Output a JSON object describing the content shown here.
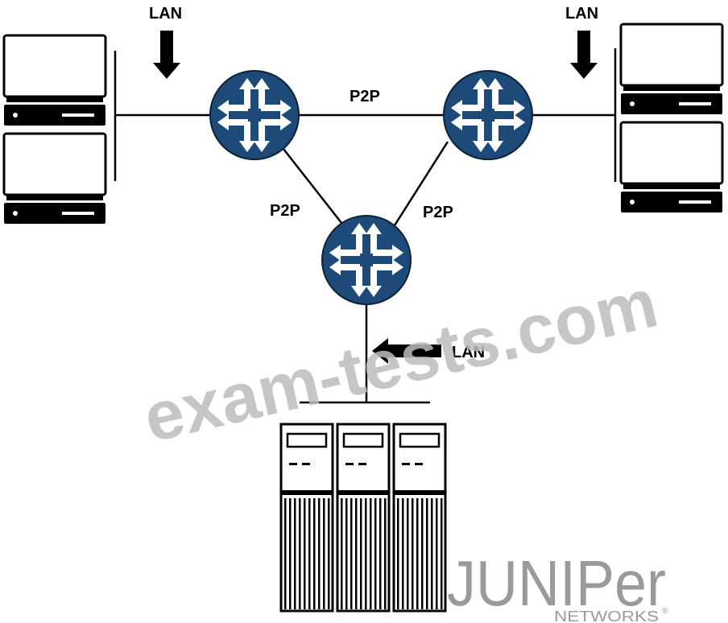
{
  "labels": {
    "lan_left": "LAN",
    "lan_right": "LAN",
    "lan_bottom": "LAN",
    "p2p_top": "P2P",
    "p2p_left": "P2P",
    "p2p_right": "P2P"
  },
  "watermark": "exam-tests.com",
  "brand": {
    "name": "JUNIPer",
    "sub": "NETWORKS",
    "mark": "®"
  },
  "colors": {
    "router_fill": "#1d4a78",
    "line": "#000000",
    "watermark": "#bdbdbd"
  },
  "icons": {
    "router": "router-icon",
    "workstation": "desktop-computer-icon",
    "server": "server-rack-icon",
    "arrow": "arrow-icon"
  }
}
